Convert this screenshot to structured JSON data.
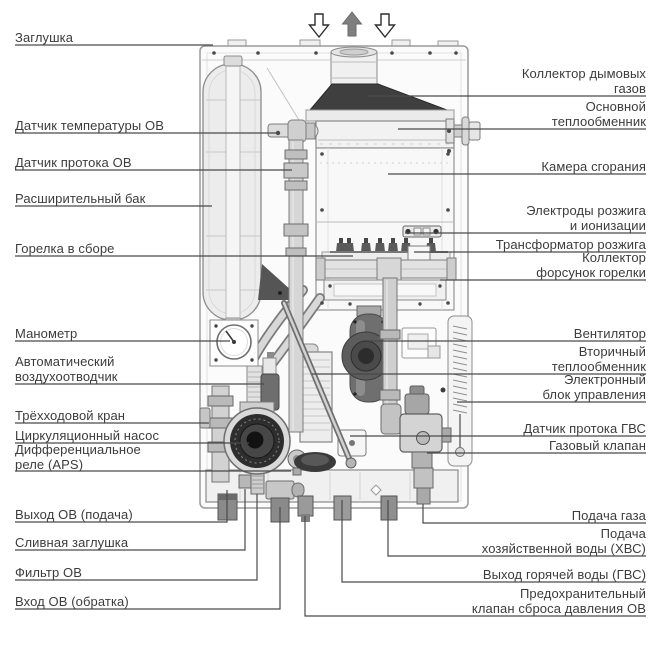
{
  "colors": {
    "leader_line": "#4a4a4a",
    "label_text": "#3c3c3c",
    "flue_hood_dark": "#3f3f3f",
    "arrow_fill_gray": "#7f7f7f",
    "background": "#ffffff"
  },
  "arrows": {
    "left": "down",
    "center": "up",
    "right": "down"
  },
  "labels": {
    "left": [
      "Заглушка",
      "Датчик температуры ОВ",
      "Датчик протока ОВ",
      "Расширительный бак",
      "Горелка в сборе",
      "Манометр",
      "Автоматический\nвоздухоотводчик",
      "Трёхходовой кран",
      "Циркуляционный насос",
      "Дифференциальное\nреле (APS)",
      "Выход ОВ (подача)",
      "Сливная заглушка",
      "Фильтр ОВ",
      "Вход ОВ (обратка)"
    ],
    "right": [
      "Коллектор дымовых\nгазов",
      "Основной\nтеплообменник",
      "Камера сгорания",
      "Электроды розжига\nи ионизации",
      "Трансформатор розжига",
      "Коллектор\nфорсунок горелки",
      "Вентилятор",
      "Вторичный\nтеплообменник",
      "Электронный\nблок управления",
      "Датчик протока ГВС",
      "Газовый клапан",
      "Подача газа",
      "Подача\nхозяйственной воды (ХВС)",
      "Выход горячей воды (ГВС)",
      "Предохранительный\nклапан сброса давления ОВ"
    ]
  }
}
